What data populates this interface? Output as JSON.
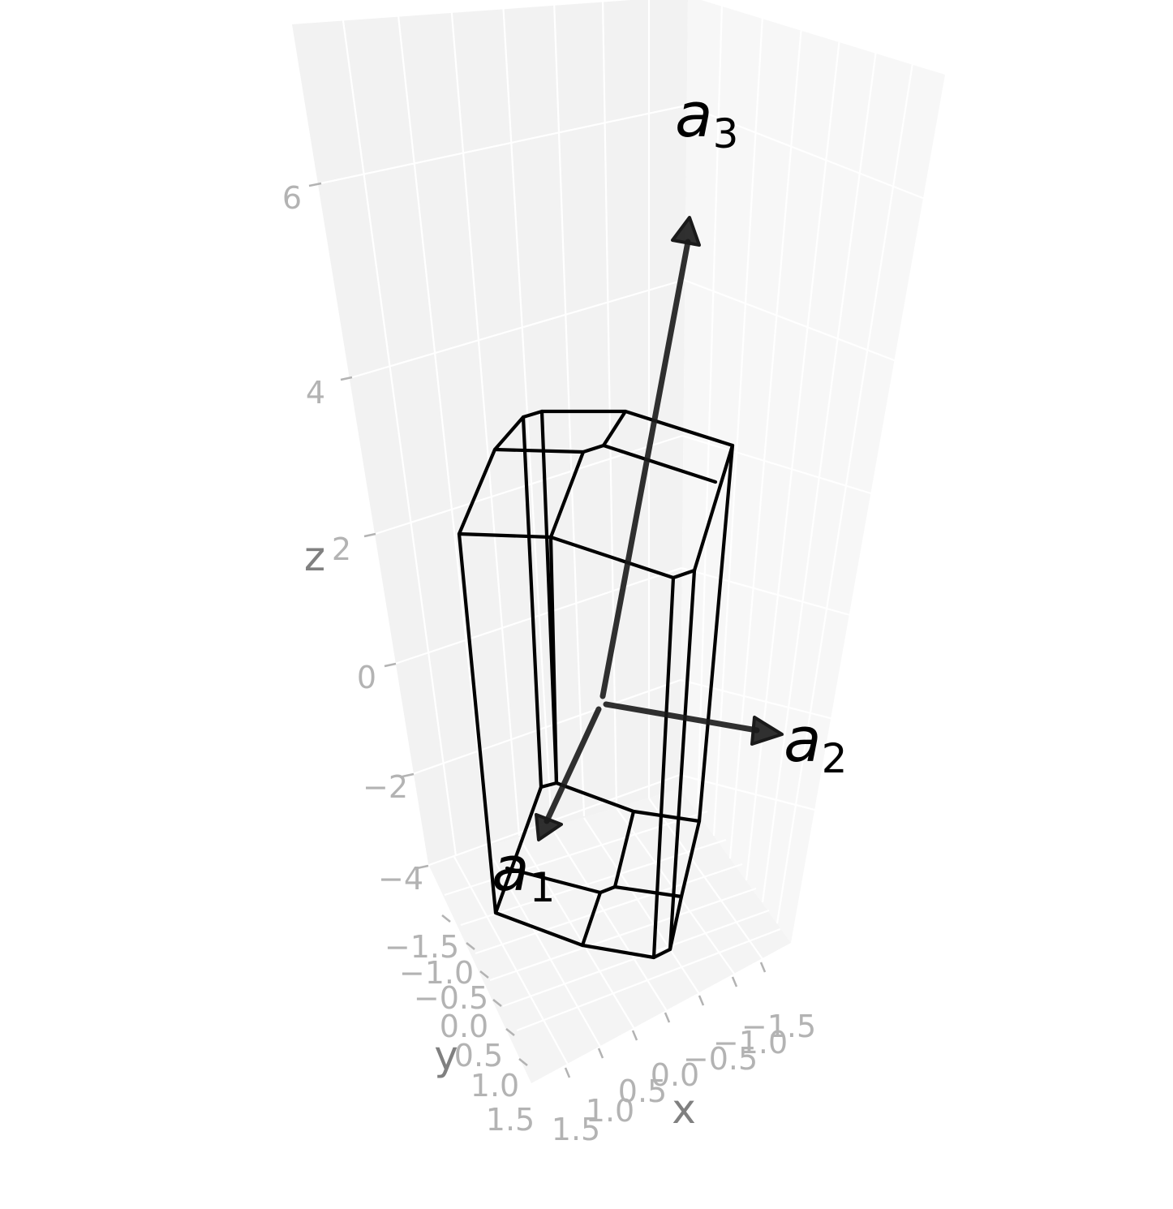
{
  "chart_data": {
    "type": "3d-wireframe",
    "title": "",
    "axes": {
      "x": {
        "label": "x",
        "ticks": [
          "1.5",
          "1.0",
          "0.5",
          "0.0",
          "−0.5",
          "−1.0",
          "−1.5"
        ]
      },
      "y": {
        "label": "y",
        "ticks": [
          "−1.5",
          "−1.0",
          "−0.5",
          "0.0",
          "0.5",
          "1.0",
          "1.5"
        ]
      },
      "z": {
        "label": "z",
        "ticks": [
          "−4",
          "−2",
          "0",
          "2",
          "4",
          "6"
        ]
      }
    },
    "vectors": [
      {
        "name": "a",
        "subscript": "1"
      },
      {
        "name": "a",
        "subscript": "2"
      },
      {
        "name": "a",
        "subscript": "3"
      }
    ],
    "pane_colors": {
      "back": "#f2f2f2",
      "side": "#f7f7f7",
      "floor": "#f4f4f4"
    },
    "edge_color": "#000000",
    "vector_color": "#1a1a1a"
  }
}
